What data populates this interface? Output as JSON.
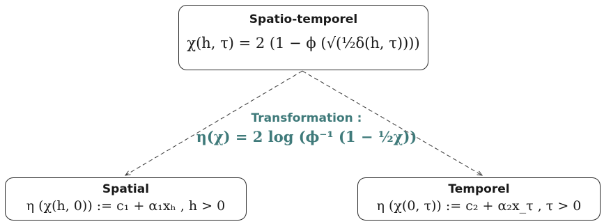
{
  "diagram": {
    "top_node": {
      "title": "Spatio-temporel",
      "formula": "χ(h, τ) = 2 (1 − ϕ (√(½δ(h, τ))))"
    },
    "transformation": {
      "title": "Transformation :",
      "formula": "η(χ) = 2 log (ϕ⁻¹ (1 − ½χ))"
    },
    "left_node": {
      "title": "Spatial",
      "formula": "η (χ(h, 0)) := c₁ + α₁xₕ , h > 0"
    },
    "right_node": {
      "title": "Temporel",
      "formula": "η (χ(0, τ)) := c₂ + α₂x_τ , τ > 0"
    },
    "colors": {
      "transformation_text": "#3f7a7a",
      "box_border": "#2a2a2a",
      "edge": "#333333"
    }
  }
}
